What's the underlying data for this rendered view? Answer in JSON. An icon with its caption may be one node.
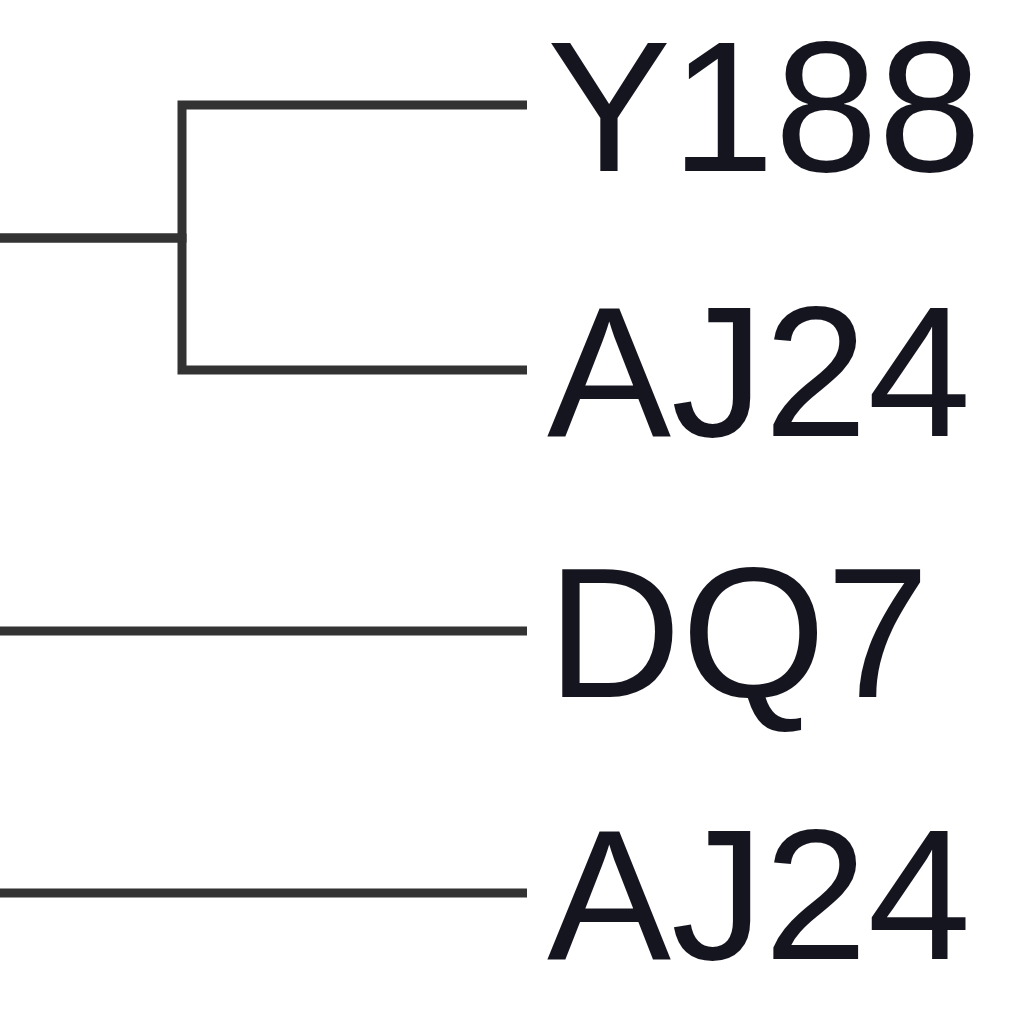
{
  "diagram": {
    "nodes": [
      {
        "text": [
          "Y188"
        ]
      },
      {
        "text": [
          "AJ24"
        ]
      },
      {
        "text": [
          "DQ7"
        ]
      },
      {
        "text": [
          "AJ24"
        ]
      }
    ],
    "edges": [
      {
        "from": null,
        "to": 0,
        "arrow": "none"
      },
      {
        "from": null,
        "to": 1,
        "arrow": "none"
      },
      {
        "from": null,
        "to": 2,
        "arrow": "none"
      },
      {
        "from": null,
        "to": 3,
        "arrow": "none"
      }
    ]
  }
}
